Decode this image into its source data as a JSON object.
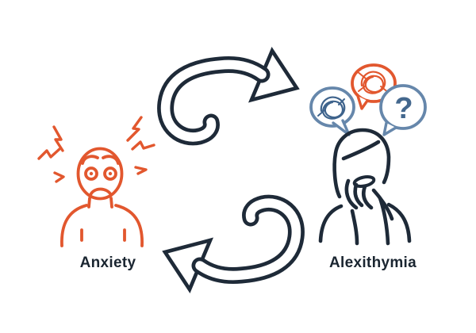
{
  "diagram": {
    "nodes": [
      {
        "id": "anxiety",
        "label": "Anxiety",
        "color": "#E2572E"
      },
      {
        "id": "alexithymia",
        "label": "Alexithymia",
        "color": "#1E2A38"
      }
    ],
    "connectors": [
      {
        "from": "anxiety",
        "to": "alexithymia",
        "shape": "curved-outline-arrow",
        "position": "top"
      },
      {
        "from": "alexithymia",
        "to": "anxiety",
        "shape": "curved-outline-arrow",
        "position": "bottom"
      }
    ],
    "thought_bubbles": [
      {
        "content": "tangled-scribble",
        "color": "#6687AB",
        "scribble_color": "#3E638C"
      },
      {
        "content": "tangled-scribble",
        "color": "#E2572E",
        "scribble_color": "#E2572E"
      },
      {
        "content": "question-mark",
        "color": "#6687AB",
        "glyph_color": "#44688E"
      }
    ],
    "question_mark": "?",
    "colors": {
      "orange": "#E2572E",
      "navy": "#1E2A38",
      "steel_blue": "#6687AB",
      "mid_blue": "#44688E",
      "label_text": "#1A2530",
      "background": "#FFFFFF"
    }
  }
}
